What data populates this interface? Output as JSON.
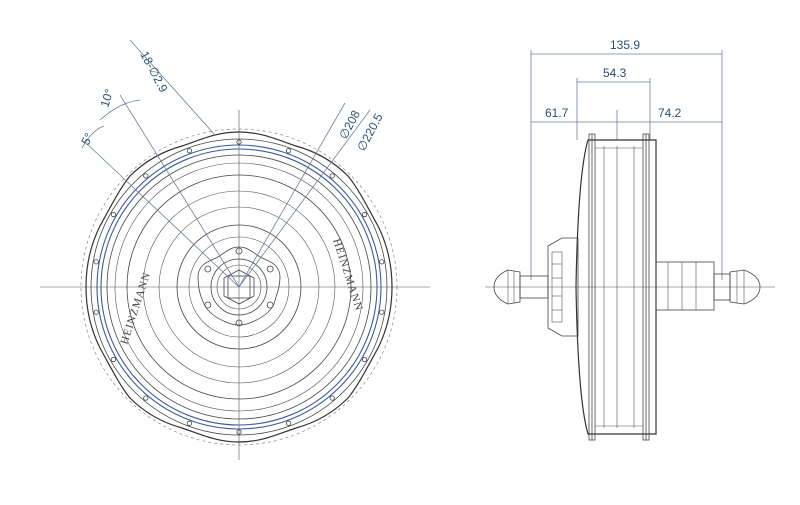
{
  "front_view": {
    "dims": {
      "holes": "18-∅2.9",
      "angle_10": "10°",
      "angle_5": "5°",
      "dia_208": "∅208",
      "dia_220": "∅220.5"
    },
    "brand_text": "HEINZMANN"
  },
  "side_view": {
    "dims": {
      "overall": "135.9",
      "inner": "54.3",
      "left": "61.7",
      "right": "74.2"
    }
  }
}
